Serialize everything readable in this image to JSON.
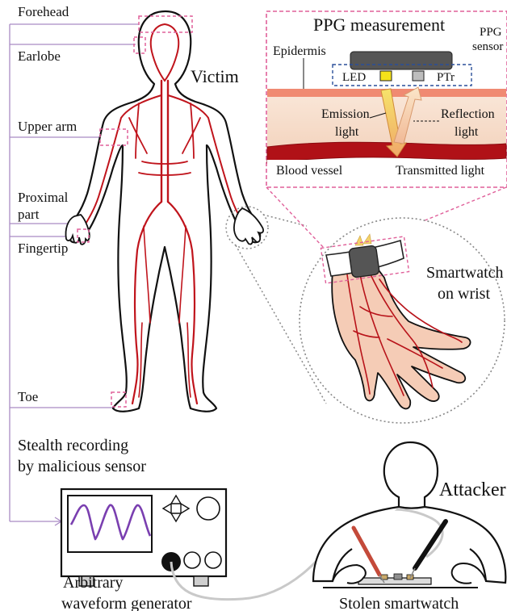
{
  "labels": {
    "forehead": "Forehead",
    "earlobe": "Earlobe",
    "upper_arm": "Upper arm",
    "proximal_line1": "Proximal",
    "proximal_line2": "part",
    "fingertip": "Fingertip",
    "toe": "Toe",
    "victim": "Victim",
    "stealth_line1": "Stealth recording",
    "stealth_line2": "by malicious sensor",
    "attacker": "Attacker",
    "arb_line1": "Arbitrary",
    "arb_line2": "waveform generator",
    "stolen": "Stolen smartwatch",
    "smartwatch_line1": "Smartwatch",
    "smartwatch_line2": "on wrist"
  },
  "ppg_inset": {
    "title": "PPG measurement",
    "sensor_line1": "PPG",
    "sensor_line2": "sensor",
    "epidermis": "Epidermis",
    "led": "LED",
    "ptr": "PTr",
    "emission_line1": "Emission",
    "emission_line2": "light",
    "reflection_line1": "Reflection",
    "reflection_line2": "light",
    "blood_vessel": "Blood vessel",
    "transmitted": "Transmitted light"
  },
  "colors": {
    "vessel": "#c0141c",
    "highlight_dashed": "#e0609a",
    "connector": "#a98bc4",
    "skin": "#f7dccb",
    "waveform": "#7a3fb0",
    "emission_arrow": "#f3c85a",
    "reflection_arrow": "#f7cfa5"
  }
}
